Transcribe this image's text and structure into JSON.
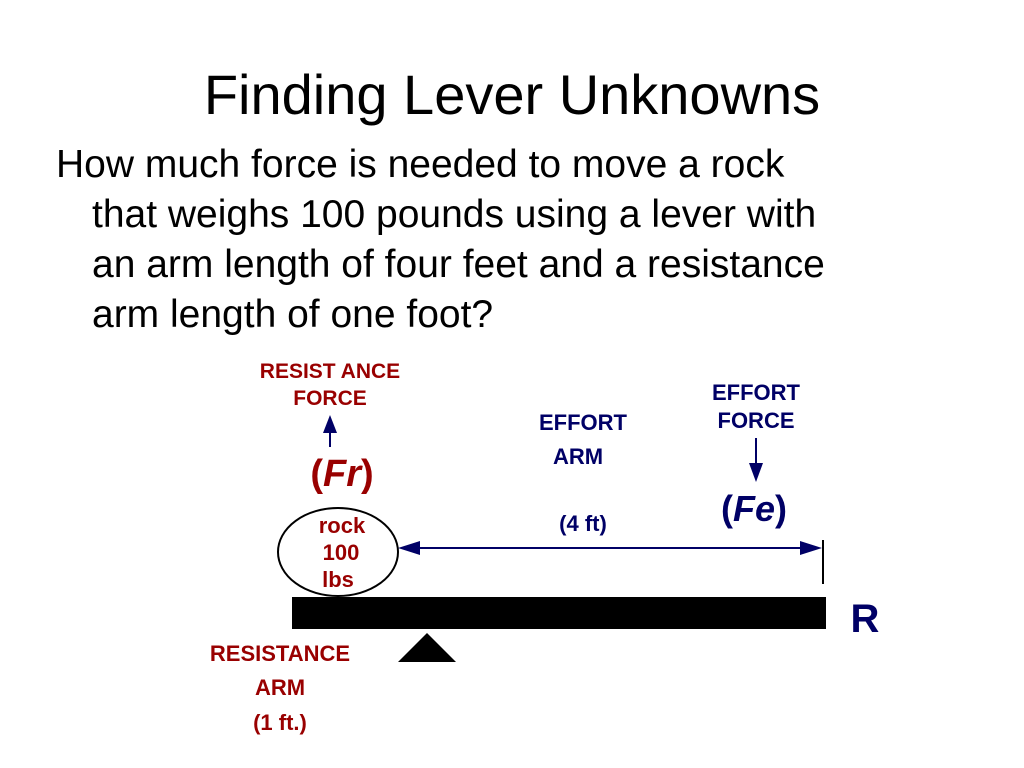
{
  "slide": {
    "title": "Finding Lever Unknowns",
    "question_lines": [
      "How much force is needed to move a rock",
      "that weighs 100 pounds using a lever with",
      "an arm length of four feet and a resistance",
      "arm length of one foot?"
    ]
  },
  "diagram": {
    "resistance_force": {
      "label_lines": [
        "RESIST ANCE",
        "FORCE"
      ],
      "symbol_open": "(",
      "symbol": "Fr",
      "symbol_close": ")"
    },
    "effort_arm": {
      "label_lines": [
        "EFFORT",
        "ARM"
      ],
      "length": "(4 ft)"
    },
    "effort_force": {
      "label_lines": [
        "EFFORT",
        "FORCE"
      ],
      "symbol_open": "(",
      "symbol": "Fe",
      "symbol_close": ")"
    },
    "rock": {
      "label_lines": [
        "rock",
        "100",
        "lbs"
      ]
    },
    "end_marker": "R",
    "resistance_arm": {
      "label_lines": [
        "RESISTANCE",
        "ARM"
      ],
      "length": "(1 ft.)"
    }
  },
  "colors": {
    "resistance": "#990000",
    "effort": "#000066",
    "lever": "#000000",
    "text": "#000000"
  }
}
